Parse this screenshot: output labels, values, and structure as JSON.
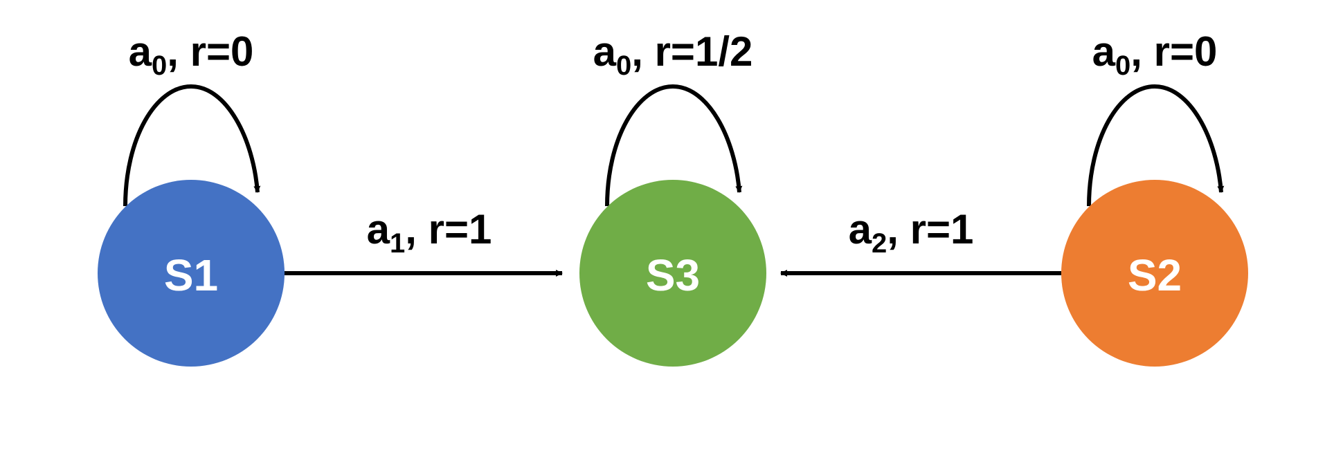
{
  "colors": {
    "s1": "#4472C4",
    "s2": "#ED7D31",
    "s3": "#70AD47",
    "edge": "#000000",
    "state_text": "#FFFFFF"
  },
  "states": {
    "s1": {
      "label": "S1"
    },
    "s3": {
      "label": "S3"
    },
    "s2": {
      "label": "S2"
    }
  },
  "transitions": {
    "s1_self": {
      "action": "a",
      "sub": "0",
      "reward": ", r=0"
    },
    "s3_self": {
      "action": "a",
      "sub": "0",
      "reward": ", r=1/2"
    },
    "s2_self": {
      "action": "a",
      "sub": "0",
      "reward": ", r=0"
    },
    "s1_to_s3": {
      "action": "a",
      "sub": "1",
      "reward": ", r=1"
    },
    "s2_to_s3": {
      "action": "a",
      "sub": "2",
      "reward": ", r=1"
    }
  }
}
